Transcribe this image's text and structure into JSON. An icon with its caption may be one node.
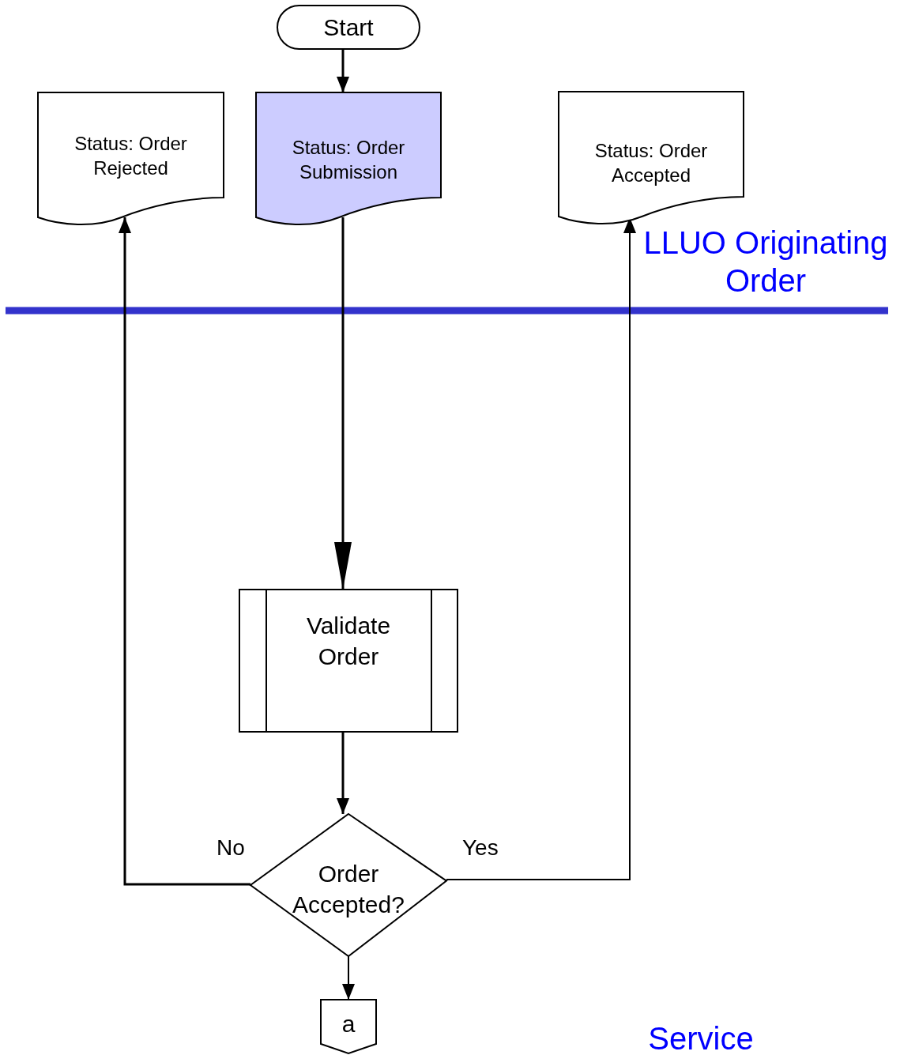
{
  "diagram": {
    "nodes": [
      {
        "text": [
          "Start"
        ]
      },
      {
        "text": [
          "Status: Order Rejected"
        ]
      },
      {
        "text": [
          "Status: Order Submission"
        ]
      },
      {
        "text": [
          "Status: Order Accepted"
        ]
      },
      {
        "text": [
          "Validate Order"
        ]
      },
      {
        "text": [
          "Order Accepted?"
        ]
      },
      {
        "text": [
          "a"
        ]
      }
    ],
    "edges": [
      {
        "from": 0,
        "to": 2,
        "arrow": "to"
      },
      {
        "from": 2,
        "to": 4,
        "arrow": "to"
      },
      {
        "from": 4,
        "to": 5,
        "arrow": "to"
      },
      {
        "from": 5,
        "to": 1,
        "arrow": "to",
        "label": "No"
      },
      {
        "from": 5,
        "to": 3,
        "arrow": "to",
        "label": "Yes"
      },
      {
        "from": 5,
        "to": 6,
        "arrow": "to"
      }
    ],
    "labels": [
      "LLUO Originating Order",
      "Service"
    ]
  }
}
